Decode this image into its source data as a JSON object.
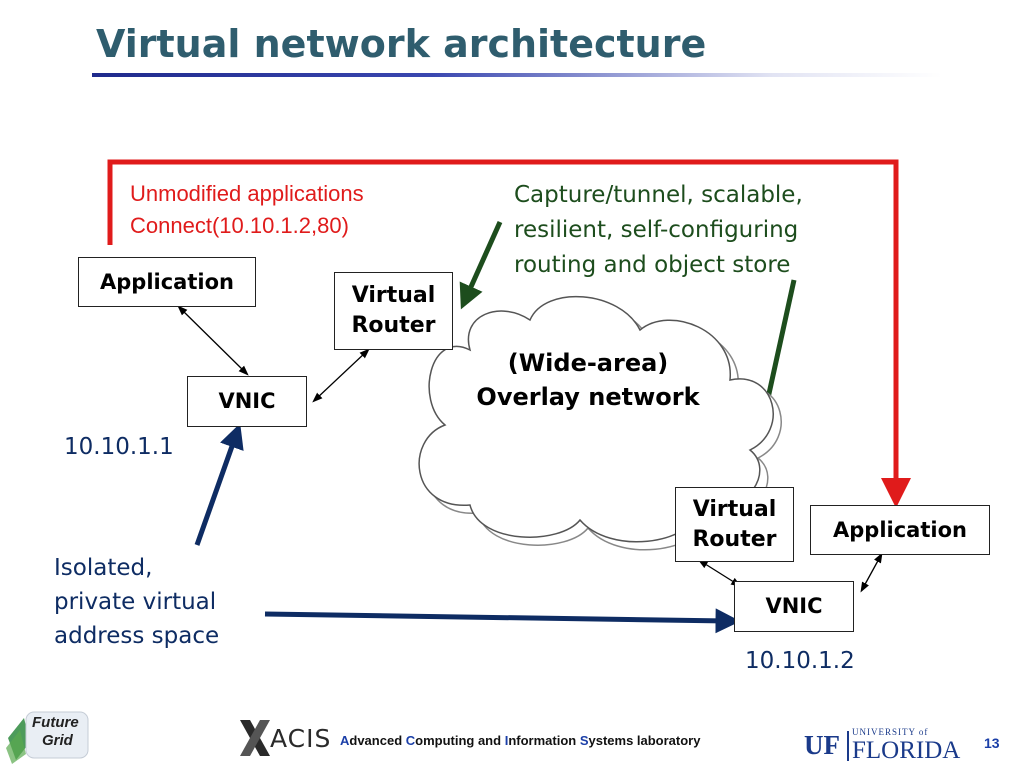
{
  "slide": {
    "title": "Virtual network architecture",
    "page_number": "13"
  },
  "diagram": {
    "red_note": [
      "Unmodified applications",
      "Connect(10.10.1.2,80)"
    ],
    "green_note": [
      "Capture/tunnel, scalable,",
      "resilient, self-configuring",
      "routing and object store"
    ],
    "left_app": "Application",
    "left_vnic": "VNIC",
    "left_ip": "10.10.1.1",
    "top_router": [
      "Virtual",
      "Router"
    ],
    "cloud": [
      "(Wide-area)",
      "Overlay network"
    ],
    "bottom_router": [
      "Virtual",
      "Router"
    ],
    "right_app": "Application",
    "right_vnic": "VNIC",
    "right_ip": "10.10.1.2",
    "isolated_note": [
      "Isolated,",
      "private virtual",
      "address space"
    ]
  },
  "footer": {
    "lab_parts": [
      {
        "cap": "A",
        "rest": "dvanced "
      },
      {
        "cap": "C",
        "rest": "omputing and "
      },
      {
        "cap": "I",
        "rest": "nformation "
      },
      {
        "cap": "S",
        "rest": "ystems laboratory"
      }
    ],
    "acis_logo_text": "ACIS",
    "futuregrid_logo_text": [
      "Future",
      "Grid"
    ],
    "uf_logo": {
      "uf": "UF",
      "university_of": "UNIVERSITY of",
      "florida": "FLORIDA"
    }
  },
  "colors": {
    "title": "#2f5d6e",
    "red_arrow": "#e01b1b",
    "green_arrow": "#1d4d1d",
    "blue_arrow": "#0e2c63"
  }
}
